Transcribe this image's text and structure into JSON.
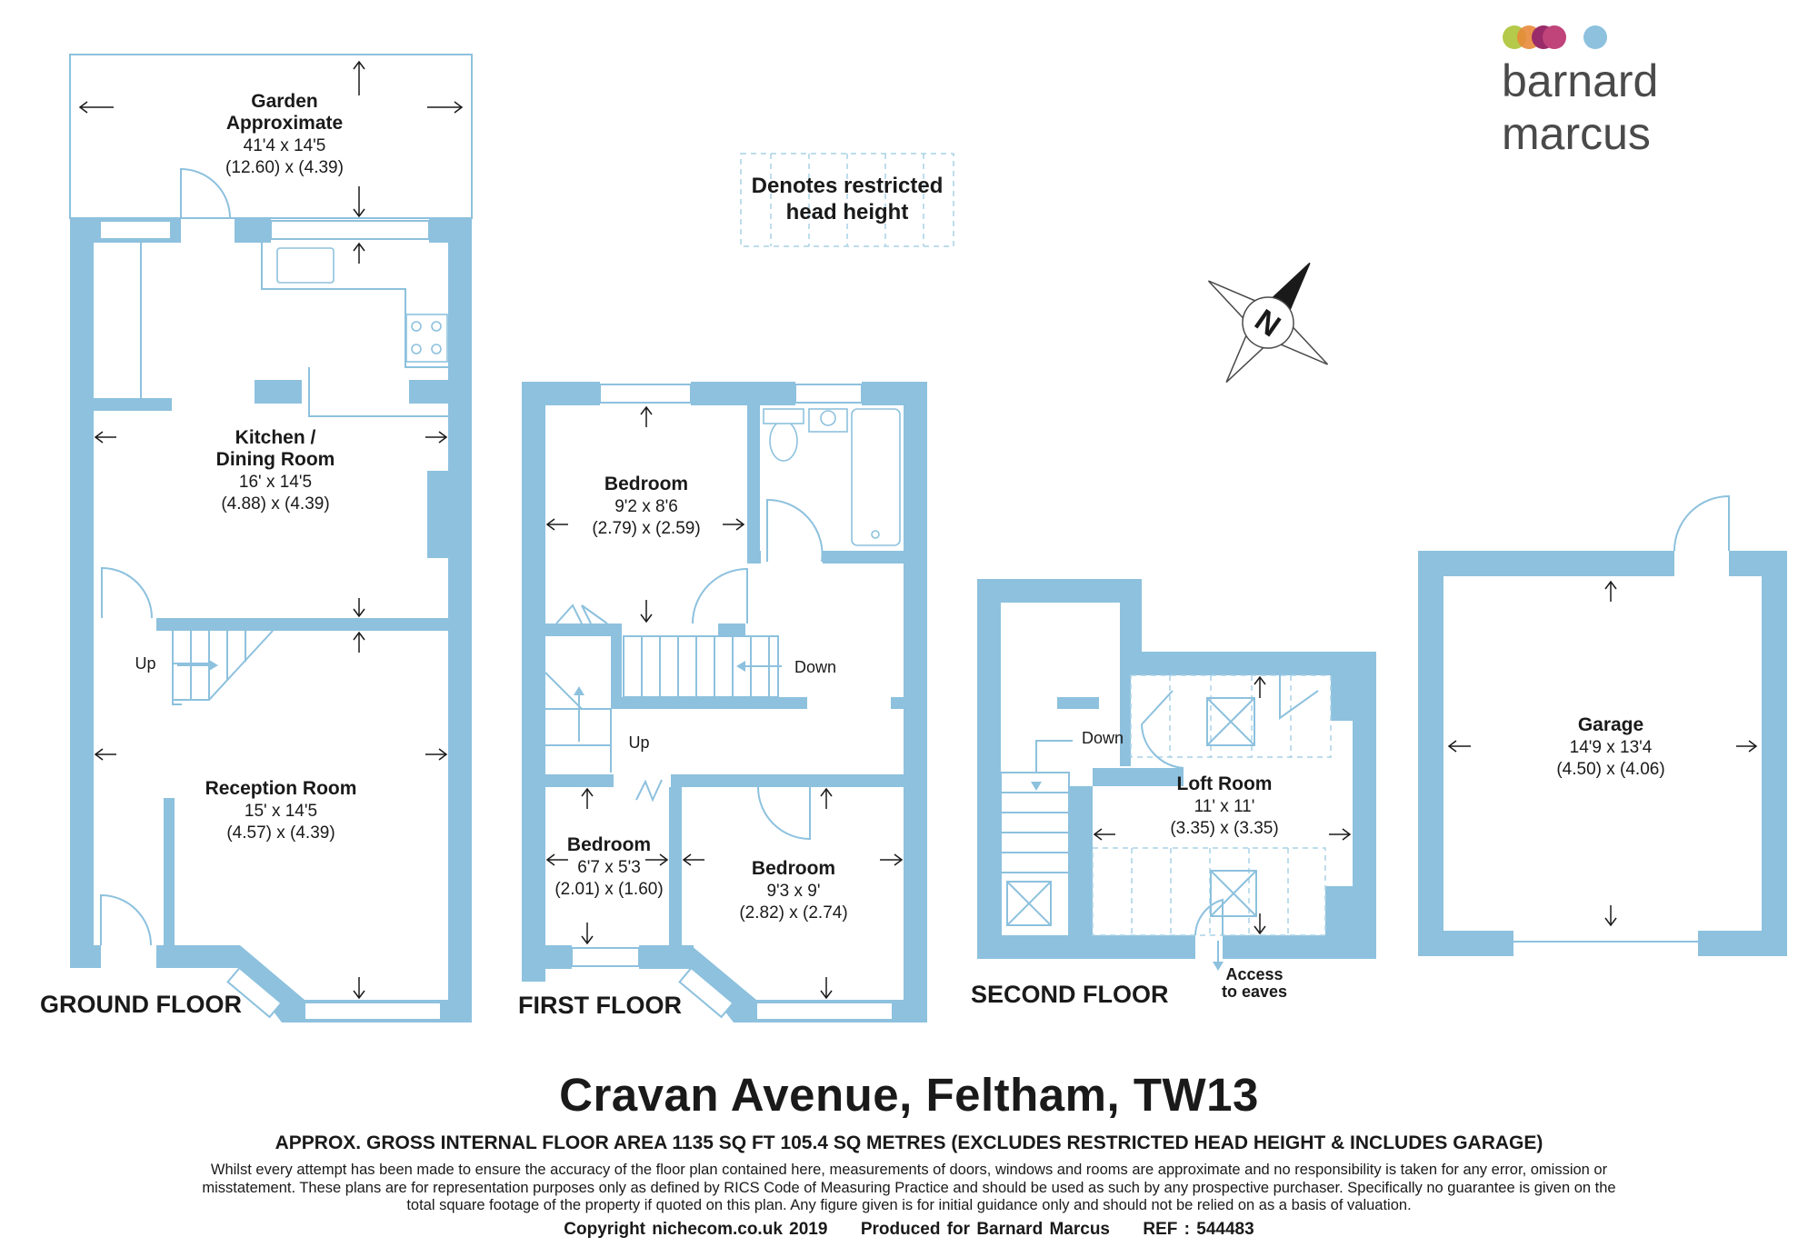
{
  "logo": {
    "brand_text": "barnard marcus",
    "dot_colors": [
      "#b5c94a",
      "#e8893a",
      "#c0437a",
      "#9a2b6a",
      "#8dc1de"
    ]
  },
  "legend": {
    "restricted_label_line1": "Denotes restricted",
    "restricted_label_line2": "head height"
  },
  "compass": {
    "label": "N"
  },
  "floors": {
    "ground": "GROUND FLOOR",
    "first": "FIRST FLOOR",
    "second": "SECOND FLOOR"
  },
  "rooms": {
    "garden": {
      "name1": "Garden",
      "name2": "Approximate",
      "imperial": "41'4 x 14'5",
      "metric": "(12.60) x (4.39)"
    },
    "kitchen": {
      "name1": "Kitchen /",
      "name2": "Dining Room",
      "imperial": "16' x 14'5",
      "metric": "(4.88) x (4.39)"
    },
    "reception": {
      "name1": "Reception Room",
      "imperial": "15' x 14'5",
      "metric": "(4.57) x (4.39)"
    },
    "bedroom1": {
      "name1": "Bedroom",
      "imperial": "9'2 x 8'6",
      "metric": "(2.79) x (2.59)"
    },
    "bedroom2": {
      "name1": "Bedroom",
      "imperial": "6'7 x 5'3",
      "metric": "(2.01) x (1.60)"
    },
    "bedroom3": {
      "name1": "Bedroom",
      "imperial": "9'3 x 9'",
      "metric": "(2.82) x (2.74)"
    },
    "loft": {
      "name1": "Loft Room",
      "imperial": "11' x 11'",
      "metric": "(3.35) x (3.35)"
    },
    "garage": {
      "name1": "Garage",
      "imperial": "14'9 x 13'4",
      "metric": "(4.50) x (4.06)"
    }
  },
  "stairs": {
    "ground_up": "Up",
    "first_up": "Up",
    "first_down": "Down",
    "second_down": "Down"
  },
  "eaves": {
    "line1": "Access",
    "line2": "to eaves"
  },
  "footer": {
    "title": "Cravan Avenue, Feltham, TW13",
    "area": "APPROX. GROSS INTERNAL FLOOR AREA 1135 SQ FT 105.4 SQ METRES (EXCLUDES RESTRICTED HEAD HEIGHT & INCLUDES GARAGE)",
    "disclaimer": "Whilst every attempt has been made to ensure the accuracy of the floor plan contained here, measurements of doors, windows and rooms are approximate and no responsibility is taken for any error, omission or misstatement. These plans are for representation purposes only as defined by RICS Code of Measuring Practice and should be used as such by any prospective purchaser. Specifically no guarantee is given on the total square footage of the property if quoted on this plan. Any figure given is for initial guidance only and should not be relied on as a basis of valuation.",
    "copyright": "Copyright nichecom.co.uk 2019     Produced for Barnard Marcus     REF : 544483"
  }
}
